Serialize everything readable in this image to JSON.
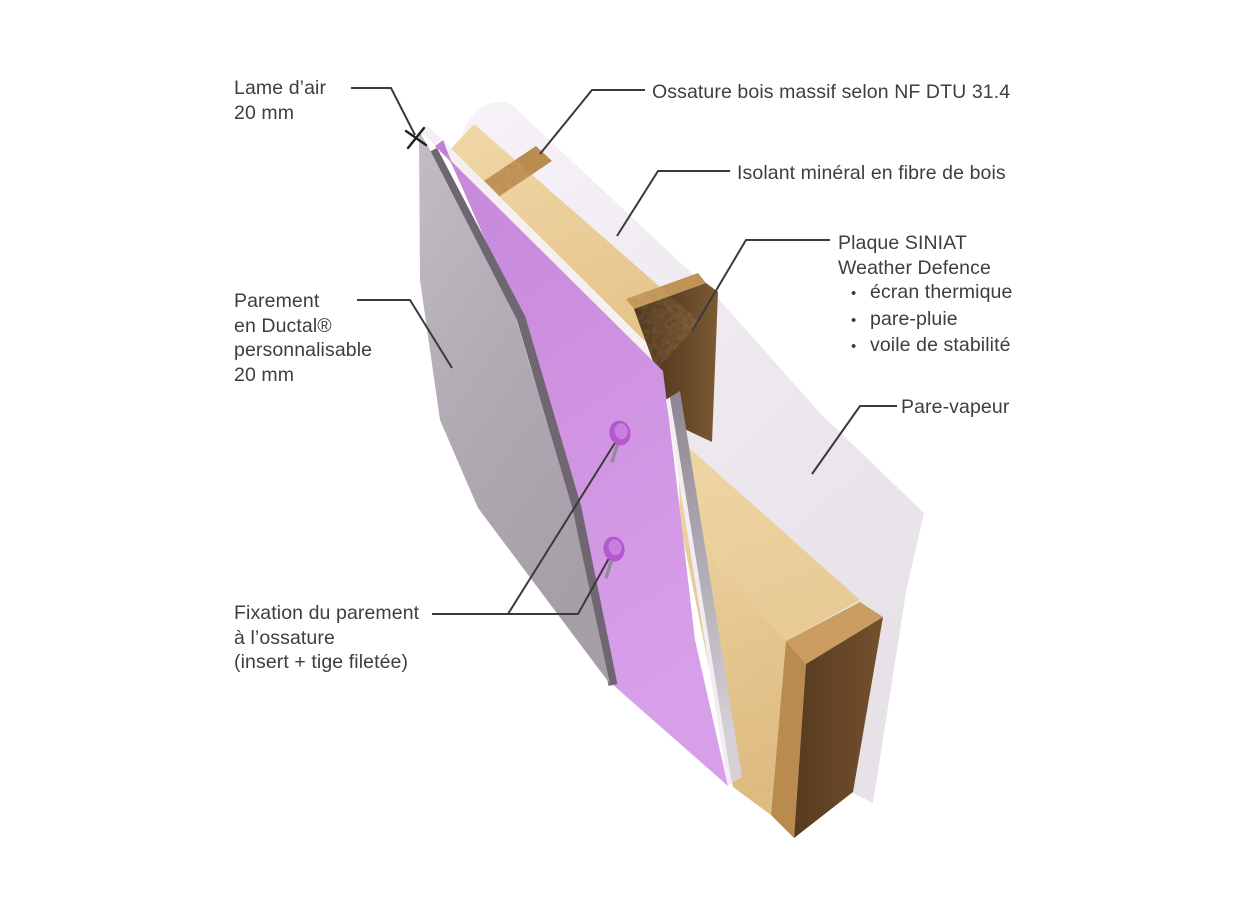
{
  "labels": {
    "lame_dair": {
      "line1": "Lame d’air",
      "line2": "20 mm"
    },
    "ossature": {
      "text": "Ossature bois massif selon NF DTU 31.4"
    },
    "isolant": {
      "text": "Isolant minéral en fibre de bois"
    },
    "siniat": {
      "line1": "Plaque SINIAT",
      "line2": "Weather Defence",
      "bullet_char": "•",
      "bullets": [
        "écran thermique",
        "pare-pluie",
        "voile de stabilité"
      ]
    },
    "pare_vapeur": {
      "text": "Pare-vapeur"
    },
    "parement": {
      "line1": "Parement",
      "line2": "en Ductal®",
      "line3": "personnalisable",
      "line4": "20 mm"
    },
    "fixation": {
      "line1": "Fixation du parement",
      "line2": "à l’ossature",
      "line3": "(insert + tige filetée)"
    }
  },
  "colors": {
    "background": "#ffffff",
    "text": "#3e3e3e",
    "leader_line": "#3a3a3a",
    "siniat_panel_purple": "#cf93e0",
    "fixation_insert_purple": "#b558cf",
    "insulation_tan": "#eccf9c",
    "wood_stud_light": "#c49a5f",
    "wood_stud_dark": "#6b4a2c",
    "concrete_gray": "#b3acb5",
    "vapour_barrier_white": "#f0ecf1"
  }
}
